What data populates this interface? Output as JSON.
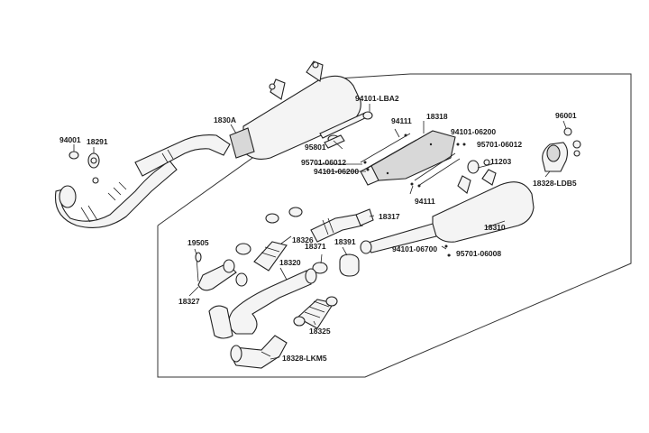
{
  "diagram": {
    "labels": {
      "p94001": "94001",
      "p18291": "18291",
      "p1830A": "1830A",
      "p94101LBA2": "94101-LBA2",
      "p94111a": "94111",
      "p18318": "18318",
      "p95801": "95801",
      "p94101_06200a": "94101-06200",
      "p95701_06012a": "95701-06012",
      "p95701_06012b": "95701-06012",
      "p94101_06200b": "94101-06200",
      "p11203": "11203",
      "p96001": "96001",
      "p18328LDB5": "18328-LDB5",
      "p94111b": "94111",
      "p18317": "18317",
      "p18310": "18310",
      "p19505": "19505",
      "p18326": "18326",
      "p18371": "18371",
      "p18391": "18391",
      "p94101_06700": "94101-06700",
      "p95701_06008": "95701-06008",
      "p18320": "18320",
      "p18327": "18327",
      "p18325": "18325",
      "p18328LKM5": "18328-LKM5"
    }
  }
}
